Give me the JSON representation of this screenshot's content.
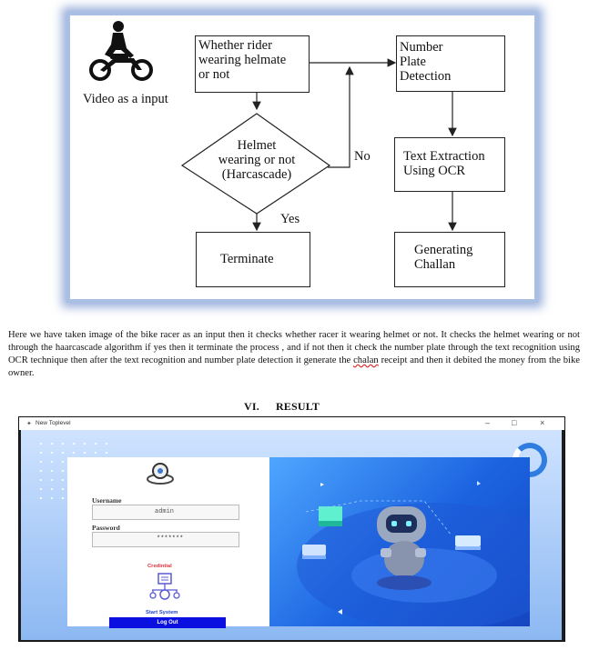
{
  "flowchart": {
    "input_label": "Video as a input",
    "box_helmet_check": [
      "Whether rider",
      "wearing helmate",
      "or not"
    ],
    "box_number_plate": [
      "Number",
      "Plate",
      "Detection"
    ],
    "decision": [
      "Helmet",
      "wearing or not",
      "(Harcascade)"
    ],
    "box_text_extraction": [
      "Text Extraction",
      "Using OCR"
    ],
    "box_terminate": "Terminate",
    "box_challan": [
      "Generating",
      "Challan"
    ],
    "label_no": "No",
    "label_yes": "Yes"
  },
  "paragraph": {
    "text_before": "Here we have taken image of the bike racer as an input then it checks whether racer it wearing helmet or not. It checks the helmet wearing or not through the haarcascade algorithm if yes then it terminate the process , and if not then it check the number plate through the text recognition using OCR technique then after the text recognition and number plate detection it generate the ",
    "misspelled": "chalan",
    "text_after": " receipt and then it debited the money from the bike owner."
  },
  "section": {
    "number": "VI.",
    "title": "RESULT"
  },
  "app": {
    "window_title": "New Toplevel",
    "controls": [
      "–",
      "□",
      "×"
    ],
    "username_label": "Username",
    "username_value": "admin",
    "password_label": "Password",
    "password_value": "*******",
    "credential_text": "Credintial",
    "start_text": "Start System",
    "logout_label": "Log Out"
  }
}
